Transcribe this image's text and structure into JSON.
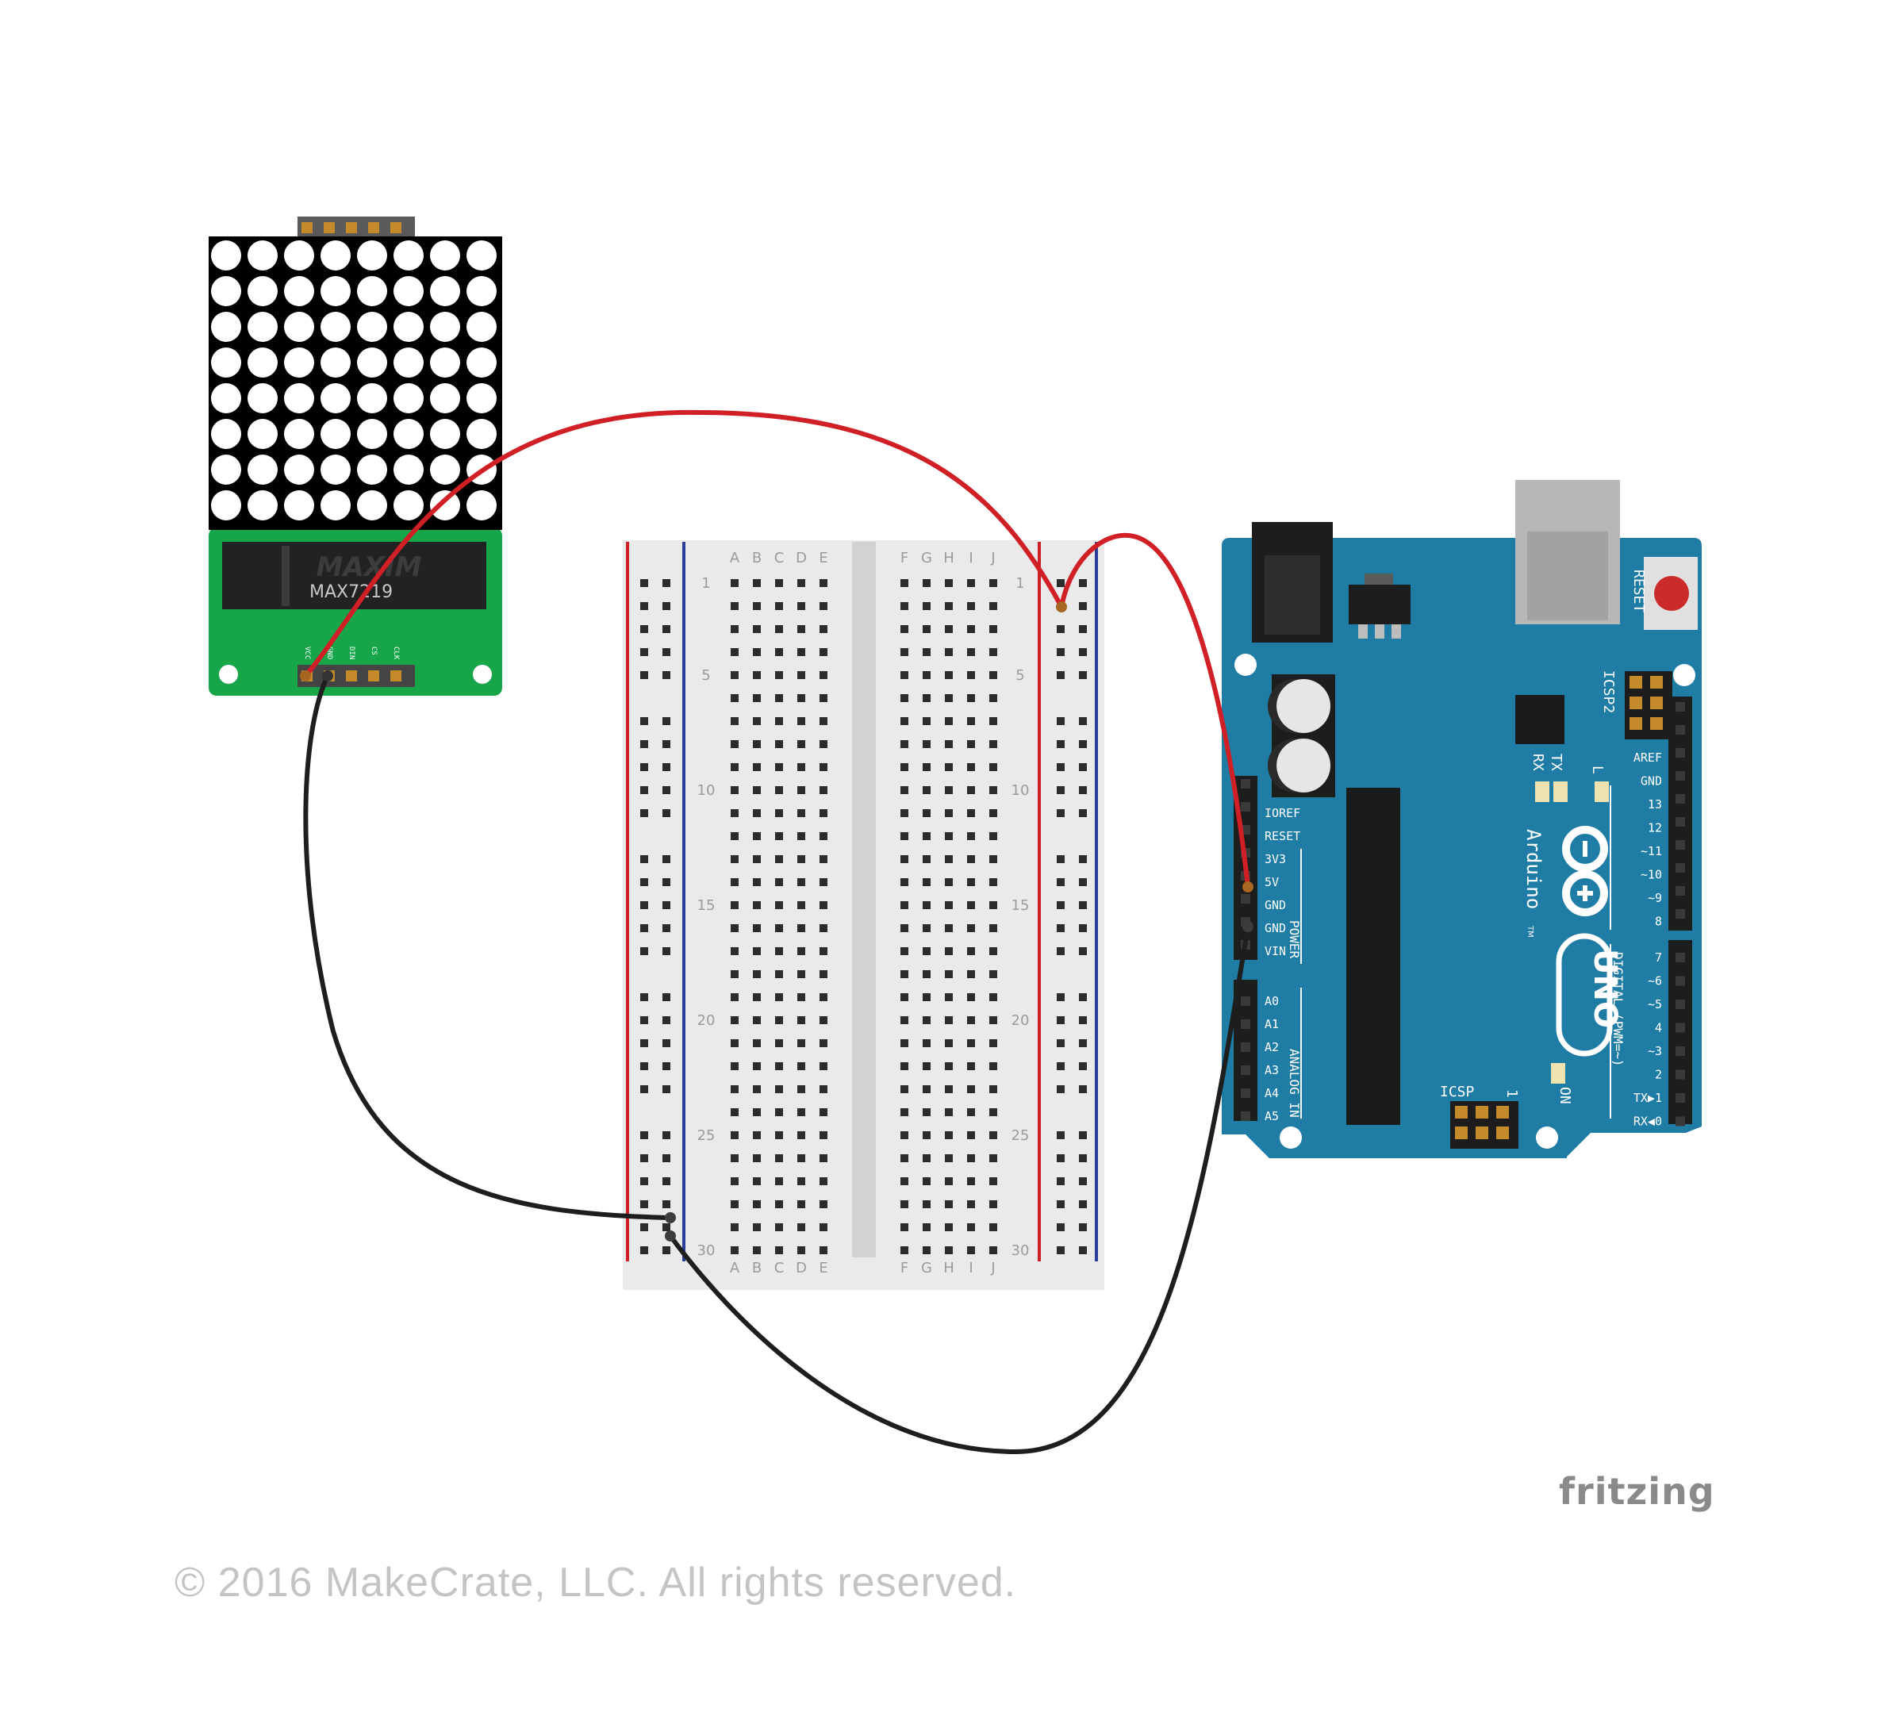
{
  "matrix": {
    "chip_brand": "MAXIM",
    "chip_model": "MAX7219",
    "pin_labels": [
      "VCC",
      "GND",
      "DIN",
      "CS",
      "CLK"
    ]
  },
  "breadboard": {
    "column_letters_left": [
      "A",
      "B",
      "C",
      "D",
      "E"
    ],
    "column_letters_right": [
      "F",
      "G",
      "H",
      "I",
      "J"
    ],
    "row_numbers": [
      "1",
      "5",
      "10",
      "15",
      "20",
      "25",
      "30"
    ]
  },
  "arduino": {
    "brand": "Arduino",
    "model": "UNO",
    "tm": "TM",
    "reset_button_label": "RESET",
    "icsp2_label": "ICSP2",
    "icsp_label": "ICSP",
    "icsp_pin1": "1",
    "led_labels": {
      "rx": "RX",
      "tx": "TX",
      "l": "L",
      "on": "ON"
    },
    "power_header": [
      "IOREF",
      "RESET",
      "3V3",
      "5V",
      "GND",
      "GND",
      "VIN"
    ],
    "power_group_label": "POWER",
    "analog_header": [
      "A0",
      "A1",
      "A2",
      "A3",
      "A4",
      "A5"
    ],
    "analog_group_label": "ANALOG IN",
    "digital_header_top": [
      "AREF",
      "GND",
      "13",
      "12",
      "~11",
      "~10",
      "~9",
      "8"
    ],
    "digital_header_bottom": [
      "7",
      "~6",
      "~5",
      "4",
      "~3",
      "2",
      "TX▶1",
      "RX◀0"
    ],
    "digital_group_label": "DIGITAL (PWM=~)"
  },
  "wires": [
    {
      "color": "#d11f26",
      "from": "matrix-vcc",
      "to": "breadboard-power-rail"
    },
    {
      "color": "#d11f26",
      "from": "breadboard-power-rail",
      "to": "arduino-5v"
    },
    {
      "color": "#1e1e1e",
      "from": "matrix-gnd",
      "to": "breadboard-ground-rail"
    },
    {
      "color": "#1e1e1e",
      "from": "breadboard-ground-rail",
      "to": "arduino-gnd"
    }
  ],
  "colors": {
    "board": "#1f7ca5",
    "pcb": "#17a54a",
    "breadboard": "#eaeaea",
    "rail_red": "#d11f26",
    "rail_blue": "#2a3f9b"
  },
  "brand_mark": "fritzing",
  "copyright": "© 2016 MakeCrate, LLC.  All rights reserved."
}
